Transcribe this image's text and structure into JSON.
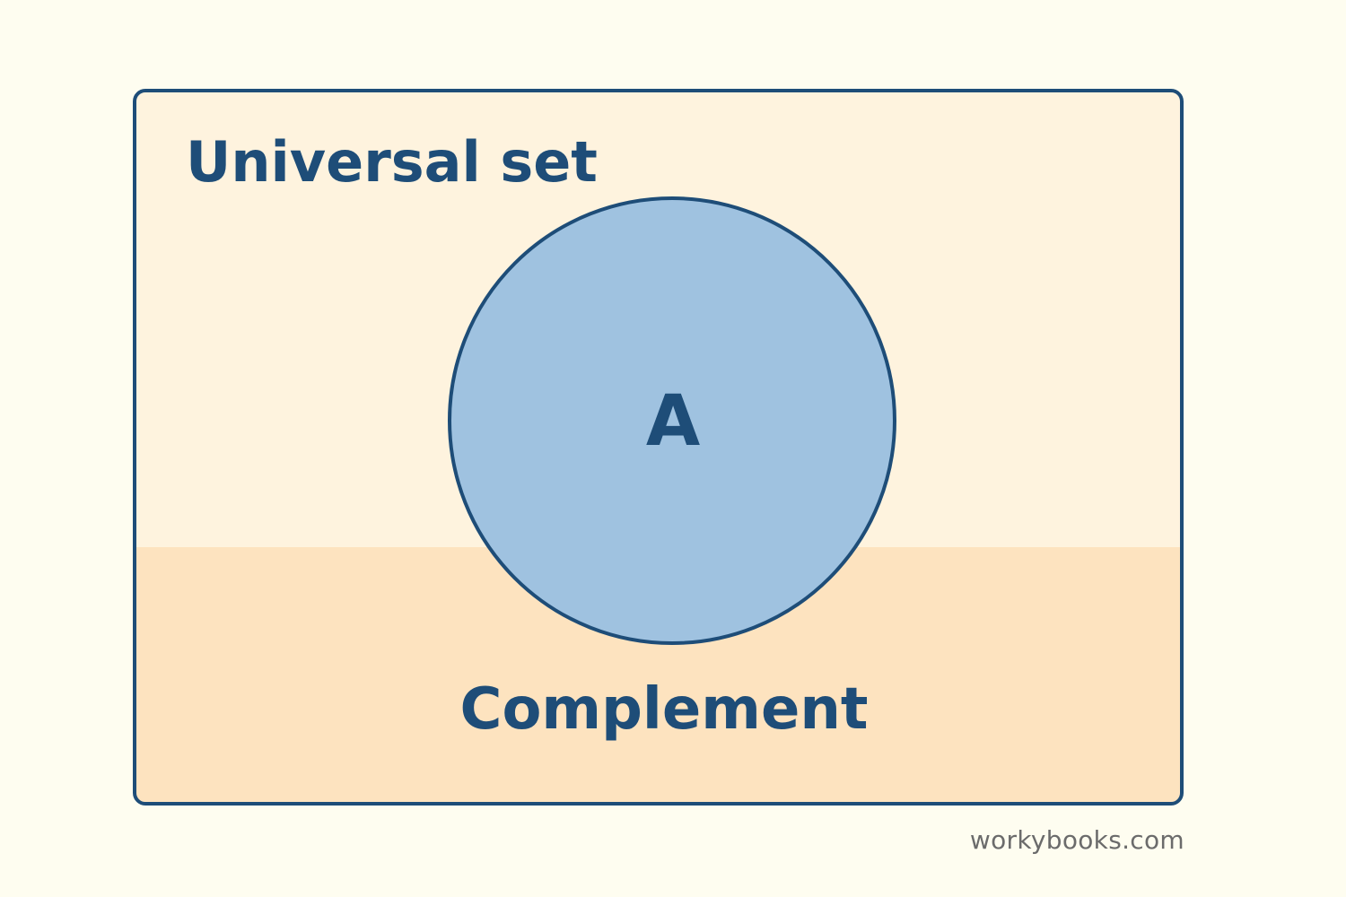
{
  "diagram": {
    "universal_label": "Universal set",
    "set_label": "A",
    "complement_label": "Complement"
  },
  "colors": {
    "page_background": "#fefdf0",
    "universe_fill": "#fef3de",
    "complement_fill": "#fde3bf",
    "set_fill": "#9fc2e0",
    "outline": "#1e4d78",
    "text": "#1e4d78",
    "watermark": "#6b6b6b"
  },
  "footer": {
    "watermark": "workybooks.com"
  }
}
